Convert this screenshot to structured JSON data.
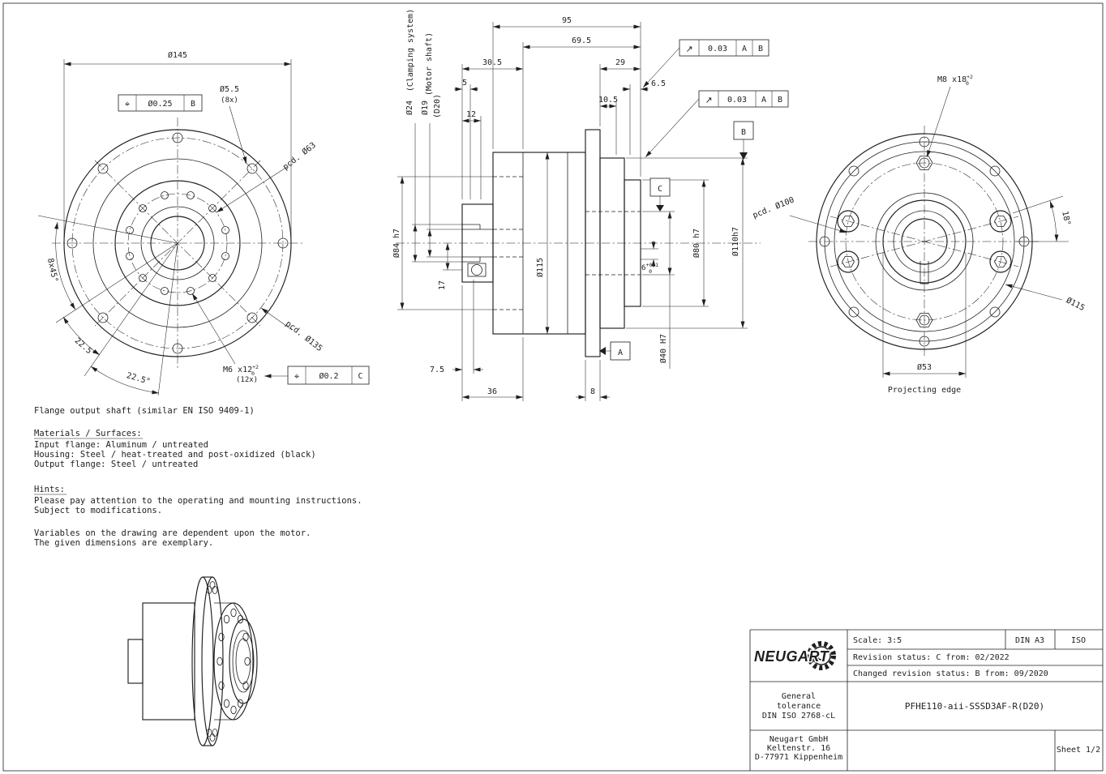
{
  "sheet": {
    "ink": "#1f1f1f",
    "paper": "#ffffff"
  },
  "front_view": {
    "dia_outer": "Ø145",
    "position_symbol": "⌖",
    "fcf1_tolerance": "Ø0.25",
    "fcf1_datum": "B",
    "hole_dia": "Ø5.5",
    "hole_count": "(8x)",
    "pcd_inner": "pcd. Ø63",
    "pcd_outer": "pcd. Ø135",
    "hole_spacing": "8x45°",
    "angle_1": "22.5°",
    "angle_2": "22.5°",
    "thread": "M6 x12",
    "thread_tol_upper": "+2",
    "thread_tol_lower": "0",
    "thread_count": "(12x)",
    "fcf2_tolerance": "Ø0.2",
    "fcf2_datum": "C"
  },
  "section_view": {
    "clamping_label": "(Clamping system)",
    "motor_shaft_label": "(Motor shaft)",
    "dia_clamp": "Ø24",
    "dia_shaft": "Ø19",
    "shaft_code": "(D20)",
    "len_overall": "95",
    "len_69_5": "69.5",
    "len_30_5": "30.5",
    "len_29": "29",
    "len_5": "5",
    "len_6_5": "6.5",
    "len_10_5": "10.5",
    "len_12": "12",
    "len_17": "17",
    "len_7_5": "7.5",
    "len_36": "36",
    "len_8": "8",
    "runout_symbol": "↗",
    "fcf_top_tolerance": "0.03",
    "fcf_top_datum_1": "A",
    "fcf_top_datum_2": "B",
    "fcf_mid_tolerance": "0.03",
    "fcf_mid_datum_1": "A",
    "fcf_mid_datum_2": "B",
    "datum_a": "A",
    "datum_b": "B",
    "datum_c": "C",
    "dia_84": "Ø84 h7",
    "dia_115": "Ø115",
    "dia_80": "Ø80 h7",
    "dia_110": "Ø110h7",
    "dia_40": "Ø40  H7",
    "depth_6": "6",
    "depth_6_upper": "+0.1",
    "depth_6_lower": "0"
  },
  "rear_view": {
    "thread": "M8 x18",
    "thread_tol_upper": "+2",
    "thread_tol_lower": "0",
    "pcd": "pcd. Ø100",
    "angle": "18°",
    "dia_115": "Ø115",
    "dia_53": "Ø53",
    "projecting_edge": "Projecting edge"
  },
  "notes": {
    "flange_note": "Flange output shaft (similar EN ISO 9409-1)",
    "materials_heading": "Materials / Surfaces:",
    "materials": [
      "Input flange: Aluminum / untreated",
      "Housing: Steel / heat-treated and post-oxidized (black)",
      "Output flange: Steel / untreated"
    ],
    "hints_heading": "Hints:",
    "hints": [
      "Please pay attention to the operating and mounting instructions.",
      "Subject to modifications."
    ],
    "motor_note": [
      "Variables on the drawing are dependent upon the motor.",
      "The given dimensions are exemplary."
    ]
  },
  "title_block": {
    "brand": "NEUGART",
    "scale": "Scale: 3:5",
    "paper_size": "DIN A3",
    "standard": "ISO",
    "revision": "Revision status: C  from: 02/2022",
    "changed_revision": "Changed revision status: B  from: 09/2020",
    "general_tolerance": [
      "General",
      "tolerance",
      "DIN ISO 2768-cL"
    ],
    "part_number": "PFHE110-aii-SSSD3AF-R(D20)",
    "company": [
      "Neugart GmbH",
      "Keltenstr. 16",
      "D-77971 Kippenheim"
    ],
    "sheet": "Sheet 1/2"
  }
}
